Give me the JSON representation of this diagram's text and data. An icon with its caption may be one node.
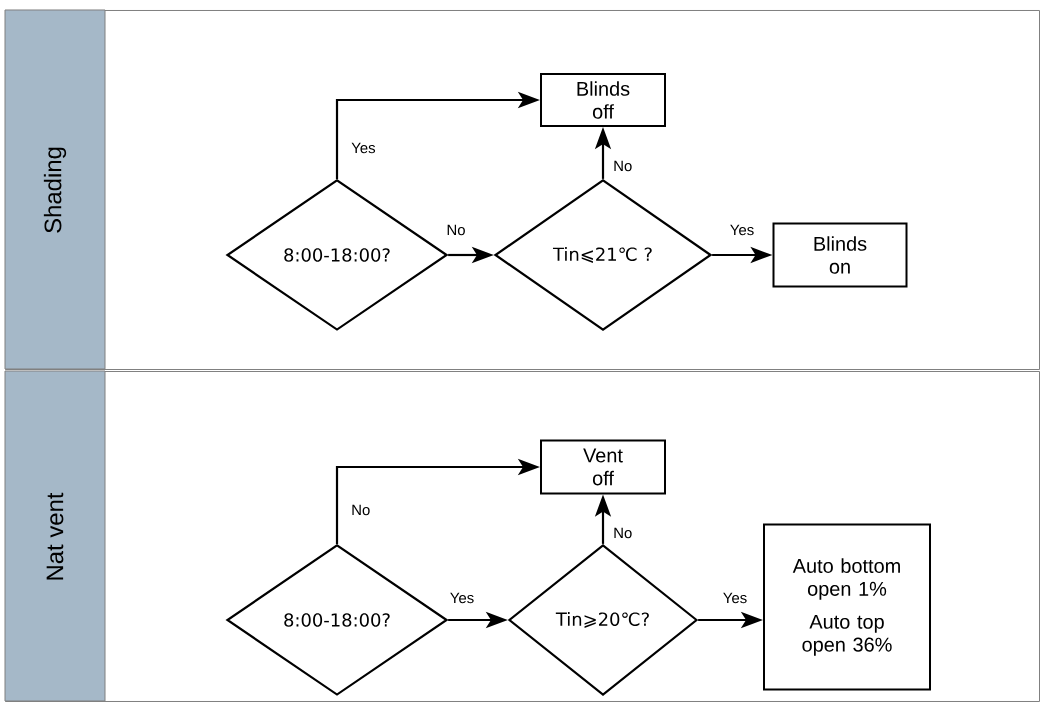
{
  "diagram": {
    "nodes": [
      {
        "text": [
          "Shading"
        ]
      },
      {
        "text": [
          "Blinds off"
        ],
        "in": 0
      },
      {
        "text": [
          "8:00-18:00?"
        ],
        "in": 0
      },
      {
        "text": [
          "Tin⩽21℃ ?"
        ],
        "in": 0
      },
      {
        "text": [
          "Blinds on"
        ],
        "in": 0
      },
      {
        "text": [
          "Nat vent"
        ]
      },
      {
        "text": [
          "Vent off"
        ],
        "in": 5
      },
      {
        "text": [
          "8:00-18:00?"
        ],
        "in": 5
      },
      {
        "text": [
          "Tin⩾20℃?"
        ],
        "in": 5
      },
      {
        "text": [
          "Auto bottom open 1%",
          "Auto top open 36%"
        ],
        "in": 5
      }
    ],
    "edges": [
      {
        "from": 2,
        "to": 1,
        "arrow": "to",
        "label": "Yes"
      },
      {
        "from": 2,
        "to": 3,
        "arrow": "to",
        "label": "No"
      },
      {
        "from": 3,
        "to": 1,
        "arrow": "to",
        "label": "No"
      },
      {
        "from": 3,
        "to": 4,
        "arrow": "to",
        "label": "Yes"
      },
      {
        "from": 7,
        "to": 6,
        "arrow": "to",
        "label": "No"
      },
      {
        "from": 7,
        "to": 8,
        "arrow": "to",
        "label": "Yes"
      },
      {
        "from": 8,
        "to": 6,
        "arrow": "to",
        "label": "No"
      },
      {
        "from": 8,
        "to": 9,
        "arrow": "to",
        "label": "Yes"
      }
    ]
  }
}
